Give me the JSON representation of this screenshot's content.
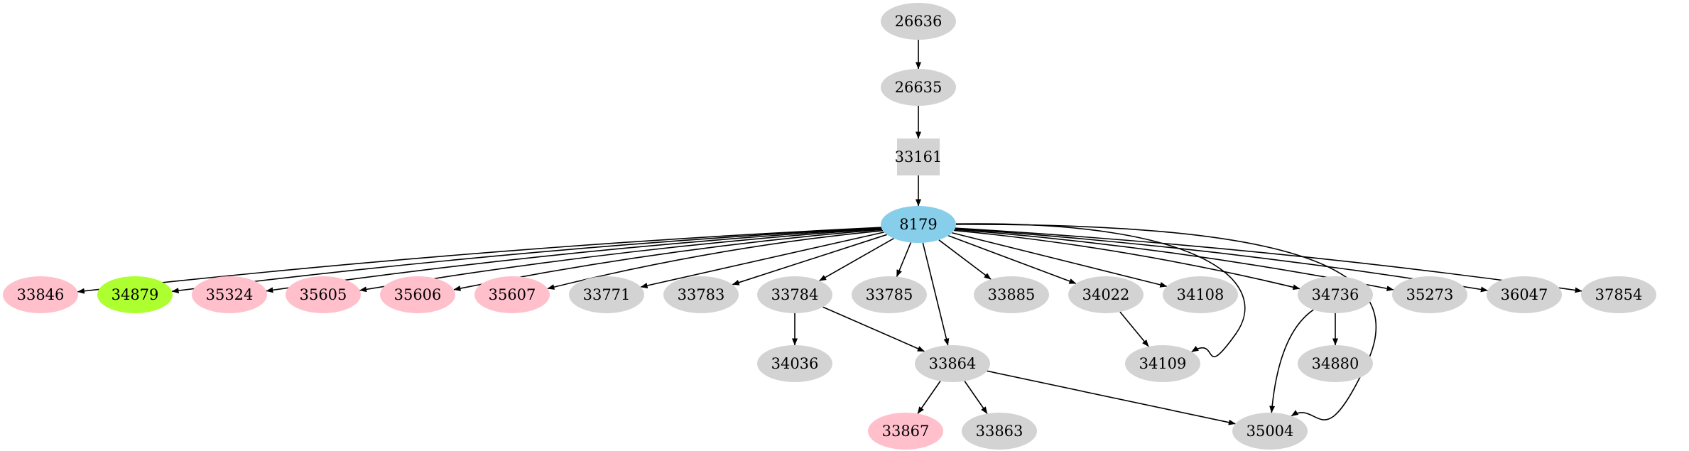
{
  "colors": {
    "default": "#d3d3d3",
    "root": "#87ceeb",
    "pink": "#ffc0cb",
    "green": "#adff2f",
    "edge": "#000000"
  },
  "nodes": [
    {
      "id": "26636",
      "label": "26636",
      "shape": "ellipse",
      "color": "default"
    },
    {
      "id": "26635",
      "label": "26635",
      "shape": "ellipse",
      "color": "default"
    },
    {
      "id": "33161",
      "label": "33161",
      "shape": "box",
      "color": "default"
    },
    {
      "id": "8179",
      "label": "8179",
      "shape": "ellipse",
      "color": "root"
    },
    {
      "id": "33846",
      "label": "33846",
      "shape": "ellipse",
      "color": "pink"
    },
    {
      "id": "34879",
      "label": "34879",
      "shape": "ellipse",
      "color": "green"
    },
    {
      "id": "35324",
      "label": "35324",
      "shape": "ellipse",
      "color": "pink"
    },
    {
      "id": "35605",
      "label": "35605",
      "shape": "ellipse",
      "color": "pink"
    },
    {
      "id": "35606",
      "label": "35606",
      "shape": "ellipse",
      "color": "pink"
    },
    {
      "id": "35607",
      "label": "35607",
      "shape": "ellipse",
      "color": "pink"
    },
    {
      "id": "33771",
      "label": "33771",
      "shape": "ellipse",
      "color": "default"
    },
    {
      "id": "33783",
      "label": "33783",
      "shape": "ellipse",
      "color": "default"
    },
    {
      "id": "33784",
      "label": "33784",
      "shape": "ellipse",
      "color": "default"
    },
    {
      "id": "33785",
      "label": "33785",
      "shape": "ellipse",
      "color": "default"
    },
    {
      "id": "33885",
      "label": "33885",
      "shape": "ellipse",
      "color": "default"
    },
    {
      "id": "34022",
      "label": "34022",
      "shape": "ellipse",
      "color": "default"
    },
    {
      "id": "34108",
      "label": "34108",
      "shape": "ellipse",
      "color": "default"
    },
    {
      "id": "34736",
      "label": "34736",
      "shape": "ellipse",
      "color": "default"
    },
    {
      "id": "35273",
      "label": "35273",
      "shape": "ellipse",
      "color": "default"
    },
    {
      "id": "36047",
      "label": "36047",
      "shape": "ellipse",
      "color": "default"
    },
    {
      "id": "37854",
      "label": "37854",
      "shape": "ellipse",
      "color": "default"
    },
    {
      "id": "34036",
      "label": "34036",
      "shape": "ellipse",
      "color": "default"
    },
    {
      "id": "33864",
      "label": "33864",
      "shape": "ellipse",
      "color": "default"
    },
    {
      "id": "34109",
      "label": "34109",
      "shape": "ellipse",
      "color": "default"
    },
    {
      "id": "34880",
      "label": "34880",
      "shape": "ellipse",
      "color": "default"
    },
    {
      "id": "33867",
      "label": "33867",
      "shape": "ellipse",
      "color": "pink"
    },
    {
      "id": "33863",
      "label": "33863",
      "shape": "ellipse",
      "color": "default"
    },
    {
      "id": "35004",
      "label": "35004",
      "shape": "ellipse",
      "color": "default"
    }
  ],
  "edges": [
    {
      "from": "26636",
      "to": "26635"
    },
    {
      "from": "26635",
      "to": "33161"
    },
    {
      "from": "33161",
      "to": "8179"
    },
    {
      "from": "8179",
      "to": "33846"
    },
    {
      "from": "8179",
      "to": "34879"
    },
    {
      "from": "8179",
      "to": "35324"
    },
    {
      "from": "8179",
      "to": "35605"
    },
    {
      "from": "8179",
      "to": "35606"
    },
    {
      "from": "8179",
      "to": "35607"
    },
    {
      "from": "8179",
      "to": "33771"
    },
    {
      "from": "8179",
      "to": "33783"
    },
    {
      "from": "8179",
      "to": "33784"
    },
    {
      "from": "8179",
      "to": "33785"
    },
    {
      "from": "8179",
      "to": "33864"
    },
    {
      "from": "8179",
      "to": "33885"
    },
    {
      "from": "8179",
      "to": "34022"
    },
    {
      "from": "8179",
      "to": "34108"
    },
    {
      "from": "8179",
      "to": "34109"
    },
    {
      "from": "8179",
      "to": "34736"
    },
    {
      "from": "8179",
      "to": "35004"
    },
    {
      "from": "8179",
      "to": "35273"
    },
    {
      "from": "8179",
      "to": "36047"
    },
    {
      "from": "8179",
      "to": "37854"
    },
    {
      "from": "33784",
      "to": "34036"
    },
    {
      "from": "33784",
      "to": "33864"
    },
    {
      "from": "34022",
      "to": "34109"
    },
    {
      "from": "34736",
      "to": "34880"
    },
    {
      "from": "34736",
      "to": "35004"
    },
    {
      "from": "33864",
      "to": "33867"
    },
    {
      "from": "33864",
      "to": "33863"
    },
    {
      "from": "33864",
      "to": "35004"
    }
  ]
}
